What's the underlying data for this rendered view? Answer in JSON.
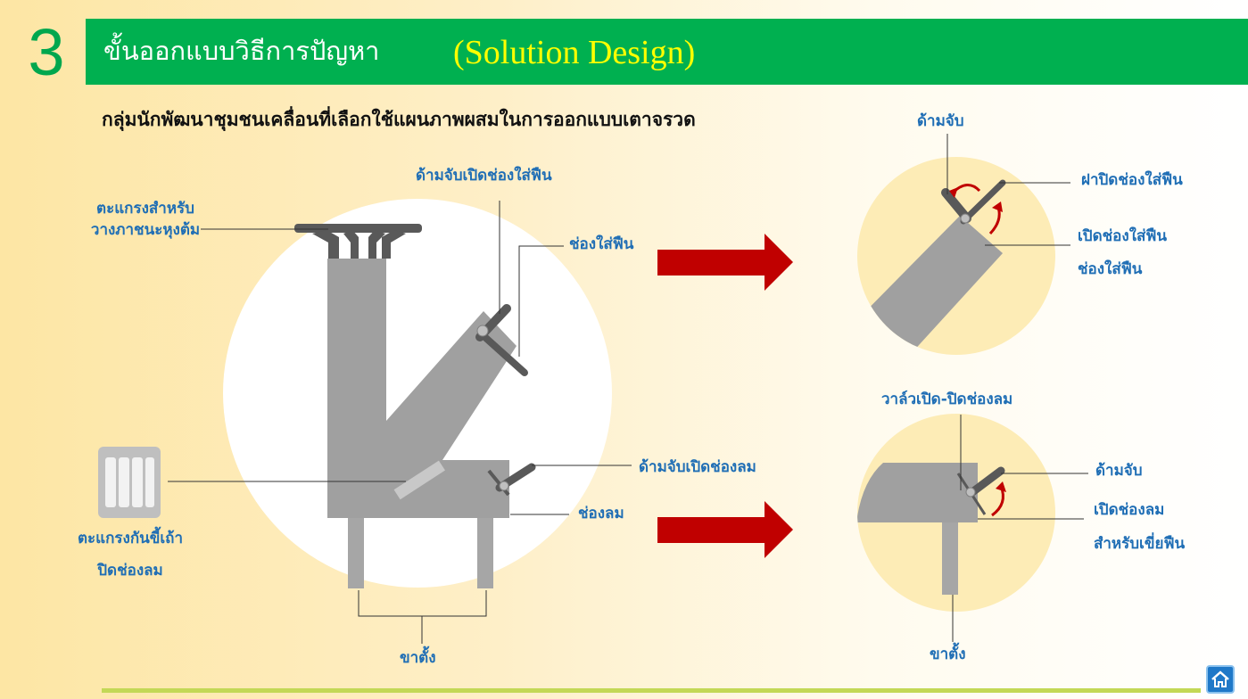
{
  "header": {
    "step_number": "3",
    "title_th": "ขั้นออกแบบวิธีการปัญหา",
    "title_en": "(Solution Design)"
  },
  "subtitle": "กลุ่มนักพัฒนาชุมชนเคลื่อนที่เลือกใช้แผนภาพผสมในการออกแบบเตาจรวด",
  "main_diagram": {
    "labels": {
      "grate_top_line1": "ตะแกรงสำหรับ",
      "grate_top_line2": "วางภาชนะหุงต้ม",
      "fuel_handle": "ด้ามจับเปิดช่องใส่ฟืน",
      "fuel_opening": "ช่องใส่ฟืน",
      "air_handle": "ด้ามจับเปิดช่องลม",
      "air_vent": "ช่องลม",
      "ash_grate_line1": "ตะแกรงกันขี้เถ้า",
      "ash_grate_line2": "ปิดช่องลม",
      "legs": "ขาตั้ง"
    }
  },
  "detail_top": {
    "labels": {
      "handle": "ด้ามจับ",
      "lid": "ฝาปิดช่องใส่ฟืน",
      "open_line1": "เปิดช่องใส่ฟืน",
      "open_line2": "ช่องใส่ฟืน"
    }
  },
  "detail_bottom": {
    "labels": {
      "valve": "วาล์วเปิด-ปิดช่องลม",
      "handle": "ด้ามจับ",
      "open_line1": "เปิดช่องลม",
      "open_line2": "สำหรับเขี่ยฟืน",
      "legs": "ขาตั้ง"
    }
  },
  "colors": {
    "title_bar": "#00b050",
    "step_number": "#00a74e",
    "title_en": "#ffff00",
    "label_text": "#1f6eb5",
    "arrow": "#c00000",
    "stove_body": "#a0a0a0",
    "handle": "#595959",
    "detail_circle": "#fdecb6"
  },
  "icons": {
    "home": "home-icon"
  }
}
